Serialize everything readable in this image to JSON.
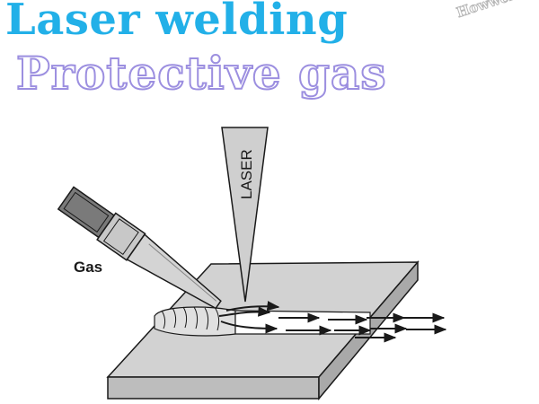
{
  "title": "Laser welding",
  "subtitle": "Protective gas",
  "watermark": "Howweld",
  "labels": {
    "laser": "LASER",
    "gas": "Gas"
  },
  "colors": {
    "title": "#22b0e8",
    "subtitle_outline": "#9c8fe0",
    "plate": "#cfcfcf",
    "line": "#1a1a1a"
  }
}
